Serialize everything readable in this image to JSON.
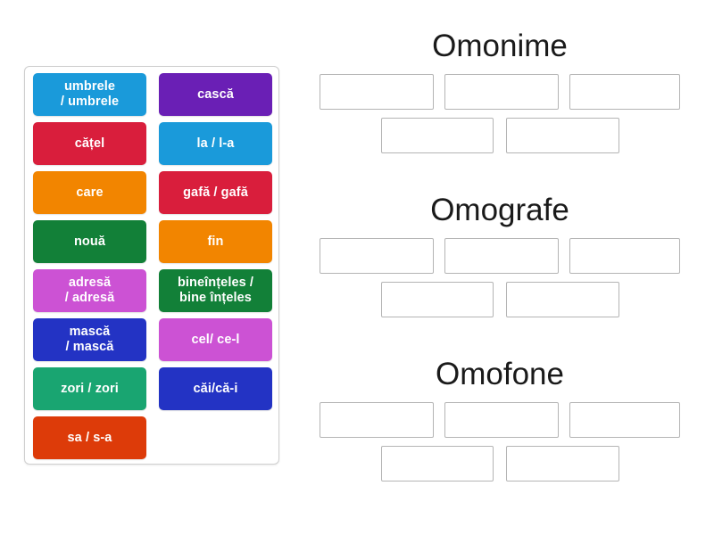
{
  "tray": {
    "name": "word-tile-tray",
    "tiles": [
      {
        "lines": [
          "umbrele",
          "/ umbrele"
        ],
        "color": "#1a9ada"
      },
      {
        "lines": [
          "cască"
        ],
        "color": "#6a1fb5"
      },
      {
        "lines": [
          "cățel"
        ],
        "color": "#d91e3c"
      },
      {
        "lines": [
          "la / l-a"
        ],
        "color": "#1a9ada"
      },
      {
        "lines": [
          "care"
        ],
        "color": "#f28500"
      },
      {
        "lines": [
          "gafă / gafă"
        ],
        "color": "#d91e3c"
      },
      {
        "lines": [
          "nouă"
        ],
        "color": "#128038"
      },
      {
        "lines": [
          "fin"
        ],
        "color": "#f28500"
      },
      {
        "lines": [
          "adresă",
          "/ adresă"
        ],
        "color": "#cc52d4"
      },
      {
        "lines": [
          "bineînțeles /",
          "bine înțeles"
        ],
        "color": "#128038"
      },
      {
        "lines": [
          "mască",
          "/ mască"
        ],
        "color": "#2333c4"
      },
      {
        "lines": [
          "cel/ ce-l"
        ],
        "color": "#cc52d4"
      },
      {
        "lines": [
          "zori / zori"
        ],
        "color": "#19a571"
      },
      {
        "lines": [
          "căi/că-i"
        ],
        "color": "#2333c4"
      },
      {
        "lines": [
          "sa / s-a"
        ],
        "color": "#dd3b09"
      }
    ]
  },
  "categories": [
    {
      "title": "Omonime",
      "slots_top": [
        "",
        "",
        ""
      ],
      "slots_bottom": [
        "",
        ""
      ]
    },
    {
      "title": "Omografe",
      "slots_top": [
        "",
        "",
        ""
      ],
      "slots_bottom": [
        "",
        ""
      ]
    },
    {
      "title": "Omofone",
      "slots_top": [
        "",
        "",
        ""
      ],
      "slots_bottom": [
        "",
        ""
      ]
    }
  ]
}
